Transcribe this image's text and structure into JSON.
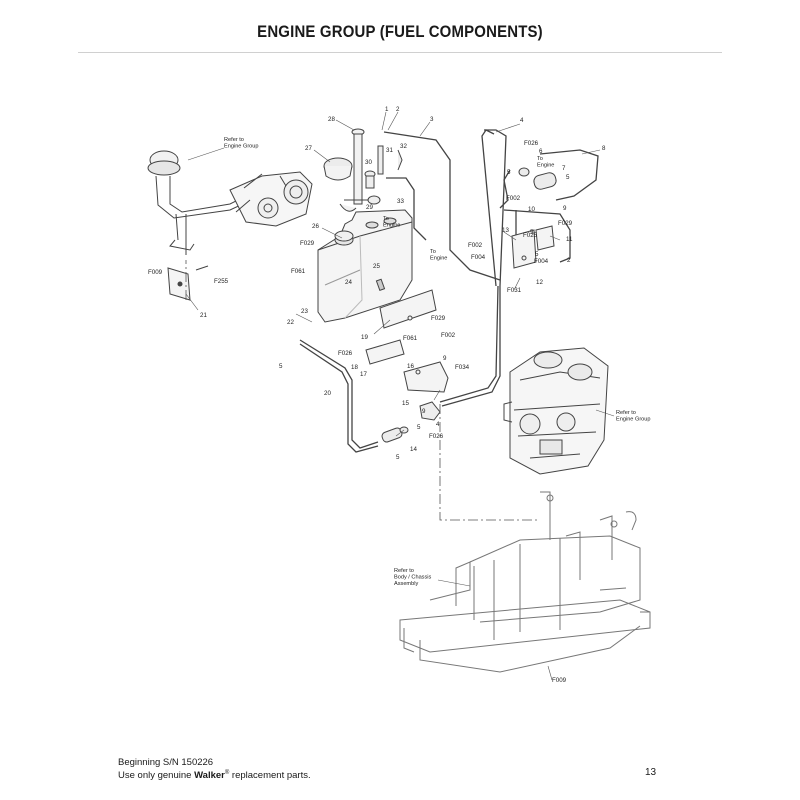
{
  "page": {
    "title": "ENGINE GROUP (FUEL COMPONENTS)",
    "footer": {
      "serial": "Beginning S/N 150226",
      "note_prefix": "Use only genuine ",
      "brand": "Walker",
      "reg_mark": "®",
      "note_suffix": " replacement parts.",
      "page_number": "13"
    }
  },
  "callouts": [
    {
      "id": "c-1",
      "text": "1"
    },
    {
      "id": "c-2a",
      "text": "2"
    },
    {
      "id": "c-3",
      "text": "3"
    },
    {
      "id": "c-4",
      "text": "4"
    },
    {
      "id": "c-28",
      "text": "28"
    },
    {
      "id": "c-27",
      "text": "27"
    },
    {
      "id": "c-30",
      "text": "30"
    },
    {
      "id": "c-31",
      "text": "31"
    },
    {
      "id": "c-32",
      "text": "32"
    },
    {
      "id": "c-29",
      "text": "29"
    },
    {
      "id": "c-33",
      "text": "33"
    },
    {
      "id": "c-26",
      "text": "26"
    },
    {
      "id": "c-f029a",
      "text": "F029"
    },
    {
      "id": "c-f061a",
      "text": "F061"
    },
    {
      "id": "c-f009a",
      "text": "F009"
    },
    {
      "id": "c-f255",
      "text": "F255"
    },
    {
      "id": "c-21",
      "text": "21"
    },
    {
      "id": "c-25",
      "text": "25"
    },
    {
      "id": "c-24",
      "text": "24"
    },
    {
      "id": "c-23",
      "text": "23"
    },
    {
      "id": "c-22",
      "text": "22"
    },
    {
      "id": "c-5a",
      "text": "5"
    },
    {
      "id": "c-19",
      "text": "19"
    },
    {
      "id": "c-f029b",
      "text": "F029"
    },
    {
      "id": "c-f002a",
      "text": "F002"
    },
    {
      "id": "c-f061b",
      "text": "F061"
    },
    {
      "id": "c-f026a",
      "text": "F026"
    },
    {
      "id": "c-18",
      "text": "18"
    },
    {
      "id": "c-17",
      "text": "17"
    },
    {
      "id": "c-16",
      "text": "16"
    },
    {
      "id": "c-9a",
      "text": "9"
    },
    {
      "id": "c-f034",
      "text": "F034"
    },
    {
      "id": "c-20",
      "text": "20"
    },
    {
      "id": "c-15",
      "text": "15"
    },
    {
      "id": "c-9b",
      "text": "9"
    },
    {
      "id": "c-5b",
      "text": "5"
    },
    {
      "id": "c-4b",
      "text": "4"
    },
    {
      "id": "c-f026b",
      "text": "F026"
    },
    {
      "id": "c-14",
      "text": "14"
    },
    {
      "id": "c-5c",
      "text": "5"
    },
    {
      "id": "c-f026c",
      "text": "F026"
    },
    {
      "id": "c-6",
      "text": "6"
    },
    {
      "id": "c-8",
      "text": "8"
    },
    {
      "id": "c-5d",
      "text": "5"
    },
    {
      "id": "c-7",
      "text": "7"
    },
    {
      "id": "c-5e",
      "text": "5"
    },
    {
      "id": "c-9c",
      "text": "9"
    },
    {
      "id": "c-f002b",
      "text": "F002"
    },
    {
      "id": "c-10",
      "text": "10"
    },
    {
      "id": "c-f029c",
      "text": "F029"
    },
    {
      "id": "c-13",
      "text": "13"
    },
    {
      "id": "c-f025",
      "text": "F025"
    },
    {
      "id": "c-5f",
      "text": "5"
    },
    {
      "id": "c-11",
      "text": "11"
    },
    {
      "id": "c-f002c",
      "text": "F002"
    },
    {
      "id": "c-f004a",
      "text": "F004"
    },
    {
      "id": "c-5g",
      "text": "5"
    },
    {
      "id": "c-2b",
      "text": "2"
    },
    {
      "id": "c-f004b",
      "text": "F004"
    },
    {
      "id": "c-12",
      "text": "12"
    },
    {
      "id": "c-f031",
      "text": "F031"
    },
    {
      "id": "c-f009b",
      "text": "F009"
    }
  ],
  "notes": {
    "to_engine_1": [
      "To",
      "Engine"
    ],
    "to_engine_2": [
      "To",
      "Engine"
    ],
    "refer_engine_1": [
      "Refer to",
      "Engine Group"
    ],
    "refer_engine_2": [
      "Refer to",
      "Engine Group"
    ],
    "refer_body": [
      "Refer to",
      "Body / Chassis",
      "Assembly"
    ]
  }
}
